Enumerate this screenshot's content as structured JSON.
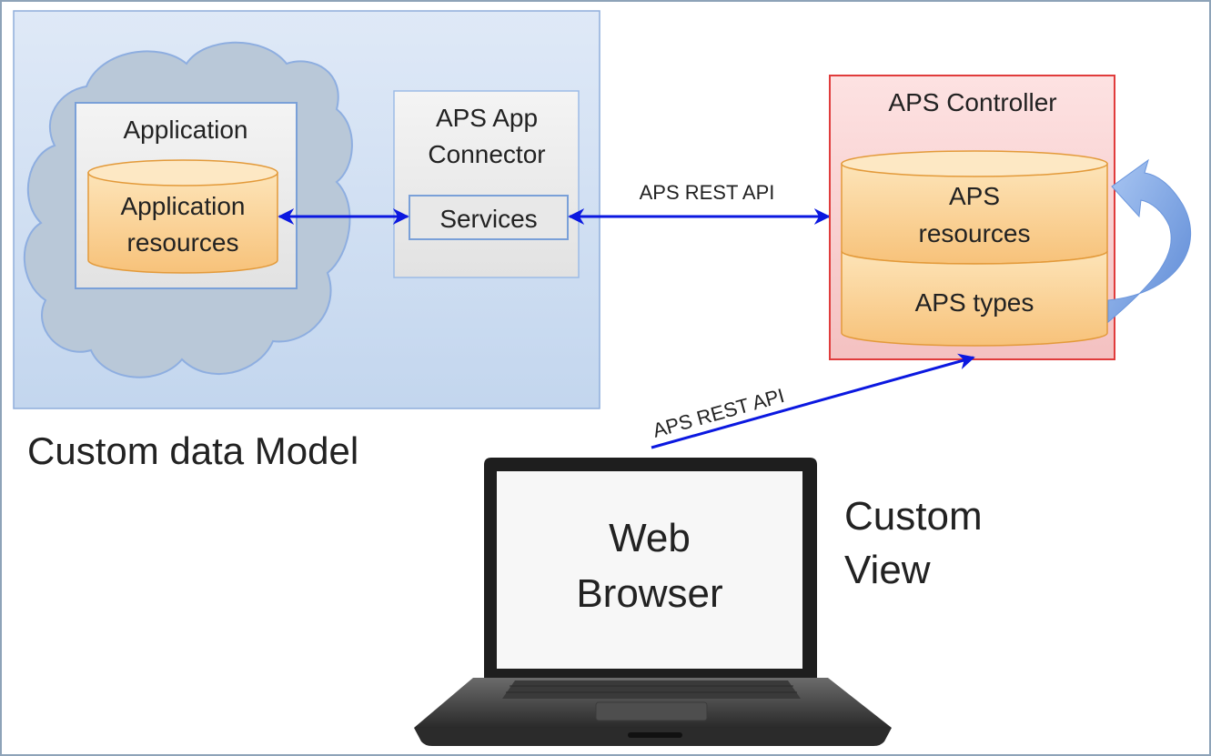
{
  "diagram": {
    "model_panel": {
      "label": "Custom data Model",
      "application": {
        "title": "Application",
        "db_line1": "Application",
        "db_line2": "resources"
      },
      "connector": {
        "title_line1": "APS App",
        "title_line2": "Connector",
        "services": "Services"
      }
    },
    "controller": {
      "title": "APS Controller",
      "resources_line1": "APS",
      "resources_line2": "resources",
      "types": "APS types"
    },
    "api_label_top": "APS REST API",
    "api_label_bottom": "APS REST API",
    "browser": {
      "line1": "Web",
      "line2": "Browser"
    },
    "view_label_line1": "Custom",
    "view_label_line2": "View"
  },
  "colors": {
    "panel_blue": "#c9daf0",
    "controller_red": "#f7c8c8",
    "controller_border": "#e03c3c",
    "orange_fill": "#fbcf8e",
    "arrow_blue": "#0b18e0"
  }
}
